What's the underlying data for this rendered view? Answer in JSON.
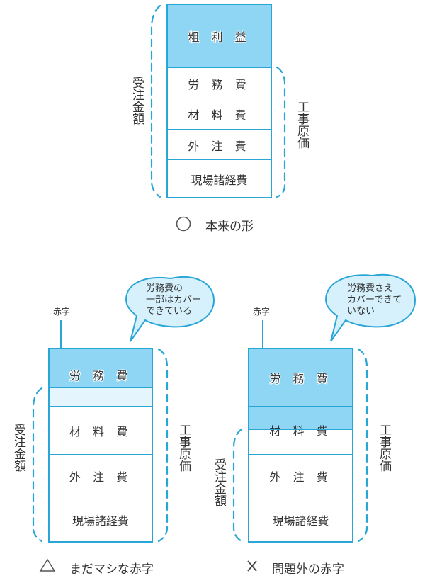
{
  "colors": {
    "accent": "#2aa6d6",
    "fill": "#8fd6f5",
    "fill_light": "#e4f5fd"
  },
  "diagram_top": {
    "items": [
      "粗 利 益",
      "労 務 費",
      "材 料 費",
      "外 注 費",
      "現場諸経費"
    ],
    "left_brace_label": "受注金額",
    "right_brace_label": "工事原価",
    "caption_symbol": "○",
    "caption": "本来の形"
  },
  "diagram_left": {
    "items": [
      "労 務 費",
      "材 料 費",
      "外 注 費",
      "現場諸経費"
    ],
    "pointer_label": "赤字",
    "bubble_lines": [
      "労務費の",
      "一部はカバー",
      "できている"
    ],
    "left_brace_label": "受注金額",
    "right_brace_label": "工事原価",
    "caption_symbol": "△",
    "caption": "まだマシな赤字"
  },
  "diagram_right": {
    "items": [
      "労 務 費",
      "材 料 費",
      "外 注 費",
      "現場諸経費"
    ],
    "pointer_label": "赤字",
    "bubble_lines": [
      "労務費さえ",
      "カバーできて",
      "いない"
    ],
    "left_brace_label": "受注金額",
    "right_brace_label": "工事原価",
    "caption_symbol": "×",
    "caption": "問題外の赤字"
  }
}
